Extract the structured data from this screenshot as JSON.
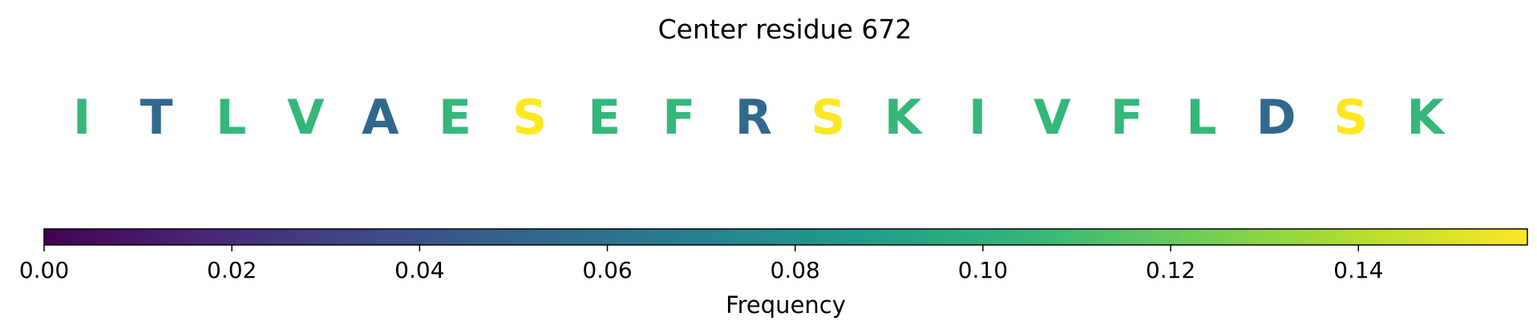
{
  "chart_data": {
    "type": "heatmap",
    "title": "Center residue 672",
    "residues": [
      {
        "letter": "I",
        "value": 0.105
      },
      {
        "letter": "T",
        "value": 0.053
      },
      {
        "letter": "L",
        "value": 0.105
      },
      {
        "letter": "V",
        "value": 0.105
      },
      {
        "letter": "A",
        "value": 0.053
      },
      {
        "letter": "E",
        "value": 0.105
      },
      {
        "letter": "S",
        "value": 0.158
      },
      {
        "letter": "E",
        "value": 0.105
      },
      {
        "letter": "F",
        "value": 0.105
      },
      {
        "letter": "R",
        "value": 0.053
      },
      {
        "letter": "S",
        "value": 0.158
      },
      {
        "letter": "K",
        "value": 0.105
      },
      {
        "letter": "I",
        "value": 0.105
      },
      {
        "letter": "V",
        "value": 0.105
      },
      {
        "letter": "F",
        "value": 0.105
      },
      {
        "letter": "L",
        "value": 0.105
      },
      {
        "letter": "D",
        "value": 0.053
      },
      {
        "letter": "S",
        "value": 0.158
      },
      {
        "letter": "K",
        "value": 0.105
      }
    ],
    "colorbar": {
      "label": "Frequency",
      "colormap": "viridis",
      "range": [
        0,
        0.158
      ],
      "ticks": [
        0.0,
        0.02,
        0.04,
        0.06,
        0.08,
        0.1,
        0.12,
        0.14
      ],
      "tick_labels": [
        "0.00",
        "0.02",
        "0.04",
        "0.06",
        "0.08",
        "0.10",
        "0.12",
        "0.14"
      ]
    },
    "colormap_stops": [
      "#440154",
      "#482878",
      "#3e4989",
      "#31688e",
      "#26828e",
      "#1f9e89",
      "#35b779",
      "#6ece58",
      "#b5de2b",
      "#fde725"
    ]
  }
}
